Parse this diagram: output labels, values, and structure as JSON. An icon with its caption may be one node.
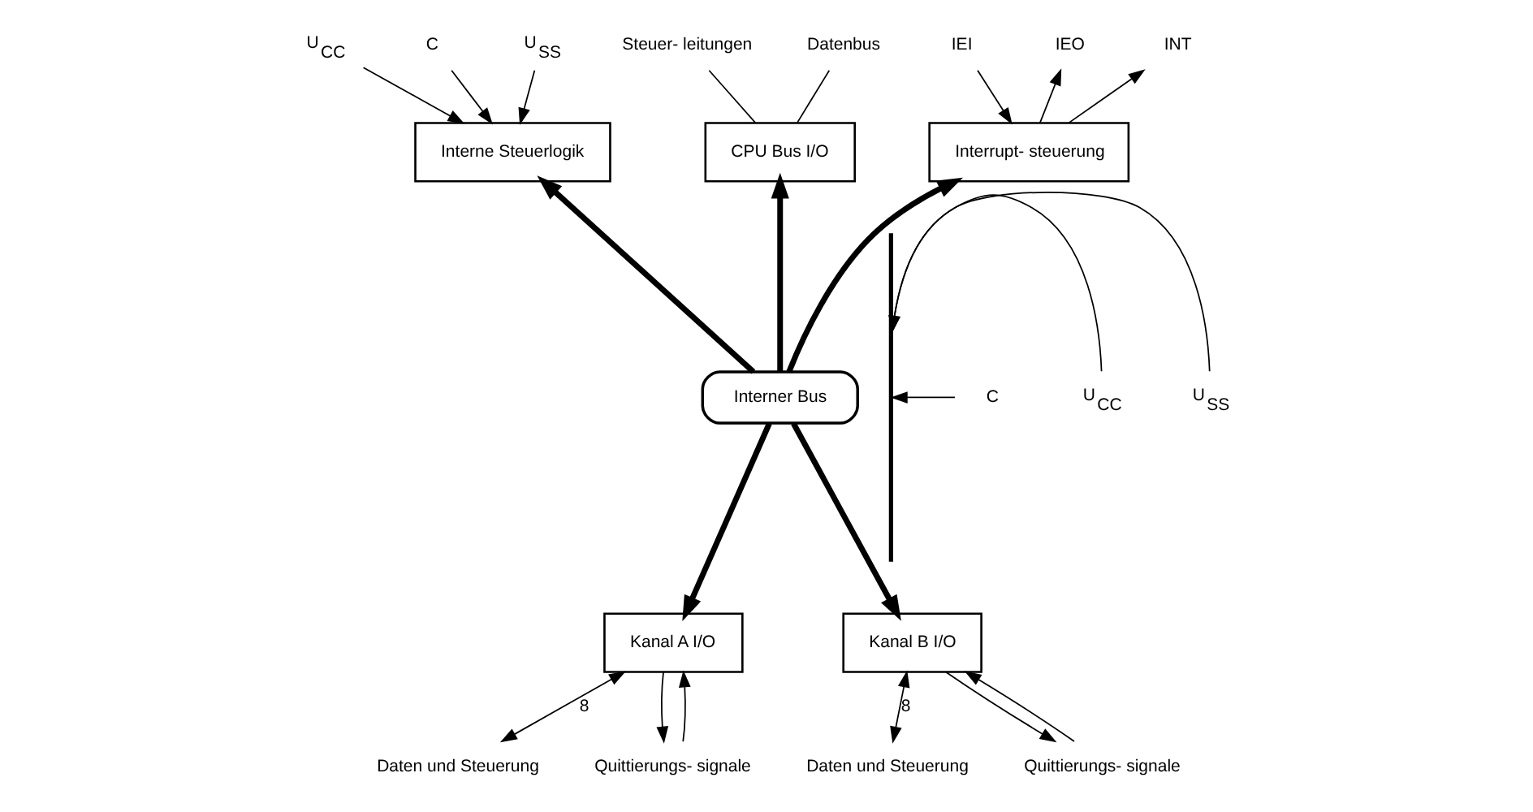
{
  "diagram": {
    "nodes": [
      {
        "text": [
          "Datenbus"
        ]
      },
      {
        "text": [
          "Steuer- leitungen"
        ]
      },
      {
        "text": [
          "CPU Bus I/O"
        ]
      },
      {
        "text": [
          "U$_{SS}$"
        ]
      },
      {
        "text": [
          "U$_{CC}$"
        ]
      },
      {
        "text": [
          "C"
        ]
      },
      {
        "text": [
          "Interne Steuerlogik"
        ]
      },
      {
        "text": [
          "IEO"
        ]
      },
      {
        "text": [
          "INT"
        ]
      },
      {
        "text": [
          "IEI"
        ]
      },
      {
        "text": [
          "Interrupt- steuerung"
        ]
      },
      {
        "text": [
          "Interner Bus"
        ]
      },
      {
        "text": [
          "Kanal A I/O"
        ]
      },
      {
        "text": [
          "Kanal B I/O"
        ]
      },
      {
        "text": [
          "Daten und Steuerung"
        ]
      },
      {
        "text": [
          "Quittierungs- signale"
        ]
      },
      {
        "text": [
          "Daten und Steuerung"
        ]
      },
      {
        "text": [
          "Quittierungs- signale"
        ]
      },
      {
        "text": [
          "U$_{SS}$"
        ]
      },
      {
        "text": [
          "U$_{CC}$"
        ]
      },
      {
        "text": [
          "C"
        ]
      },
      {
        "text": [],
        "shape": "bracket"
      }
    ],
    "edges": [
      {
        "from": 0,
        "to": 2,
        "arrow": "none"
      },
      {
        "from": 1,
        "to": 2,
        "arrow": "none"
      },
      {
        "from": 3,
        "to": 6,
        "arrow": "to"
      },
      {
        "from": 4,
        "to": 6,
        "arrow": "to"
      },
      {
        "from": 5,
        "to": 6,
        "arrow": "to"
      },
      {
        "from": 10,
        "to": 7,
        "arrow": "to"
      },
      {
        "from": 10,
        "to": 8,
        "arrow": "to"
      },
      {
        "from": 9,
        "to": 10,
        "arrow": "to"
      },
      {
        "from": 11,
        "to": 2,
        "arrow": "to",
        "style": "thick"
      },
      {
        "from": 11,
        "to": 6,
        "arrow": "to",
        "style": "thick"
      },
      {
        "from": 11,
        "to": 10,
        "arrow": "to",
        "style": "thick"
      },
      {
        "from": 11,
        "to": 12,
        "arrow": "to",
        "style": "thick"
      },
      {
        "from": 11,
        "to": 13,
        "arrow": "to",
        "style": "thick"
      },
      {
        "from": 12,
        "to": 14,
        "arrow": "both",
        "label": "8"
      },
      {
        "from": 12,
        "to": 15,
        "arrow": "to"
      },
      {
        "from": 15,
        "to": 12,
        "arrow": "to"
      },
      {
        "from": 13,
        "to": 16,
        "arrow": "both",
        "label": "8"
      },
      {
        "from": 13,
        "to": 17,
        "arrow": "to"
      },
      {
        "from": 17,
        "to": 13,
        "arrow": "to"
      },
      {
        "from": 18,
        "to": 21,
        "arrow": "to"
      },
      {
        "from": 19,
        "to": 21,
        "arrow": "to"
      },
      {
        "from": 20,
        "to": 21,
        "arrow": "to"
      }
    ]
  }
}
